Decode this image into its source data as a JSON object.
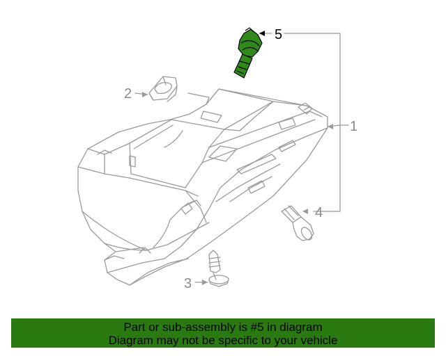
{
  "diagram": {
    "callouts": [
      {
        "label": "1"
      },
      {
        "label": "2"
      },
      {
        "label": "3"
      },
      {
        "label": "4"
      },
      {
        "label": "5"
      }
    ],
    "highlight_label": "5",
    "colors": {
      "line": "#9a9a9a",
      "highlight_part": "#2f8a1a",
      "highlight_outline": "#000000",
      "banner": "#2a7a12"
    }
  },
  "banner": {
    "line1": "Part or sub-assembly is #5 in diagram",
    "line2": "Diagram may not be specific to your vehicle"
  }
}
